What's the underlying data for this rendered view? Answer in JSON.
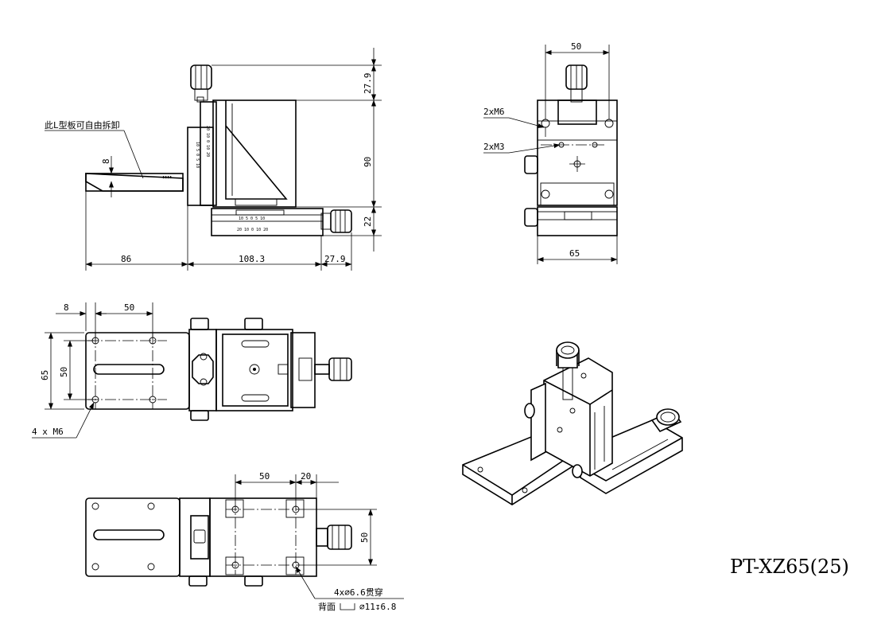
{
  "title": "PT-XZ65(25)",
  "side_view": {
    "note": "此L型板可自由拆卸",
    "dim_8": "8",
    "dim_27_9_top": "27.9",
    "dim_90": "90",
    "dim_22": "22",
    "dim_86": "86",
    "dim_108_3": "108.3",
    "dim_27_9_bottom": "27.9"
  },
  "front_view": {
    "dim_50": "50",
    "dim_65": "65",
    "label_m6": "2xM6",
    "label_m3": "2xM3"
  },
  "top_view": {
    "dim_8": "8",
    "dim_50": "50",
    "dim_65": "65",
    "dim_50_inner": "50",
    "holes_label": "4 x  M6"
  },
  "bottom_view": {
    "dim_50": "50",
    "dim_20": "20",
    "dim_50_side": "50",
    "through_note": "4x∅6.6贯穿",
    "counterbore_prefix": "背面",
    "counterbore_spec": "∅11↧6.8"
  },
  "scale_labels": {
    "h_top": "10 5 0 5 10",
    "h_bottom": "20 10 0 10 20",
    "v_left": "10 5 0 5 10",
    "v_right": "20 10 0 10 20"
  },
  "icons": [
    "arrow-marker-icon",
    "diameter-symbol-icon",
    "counterbore-symbol-icon"
  ]
}
